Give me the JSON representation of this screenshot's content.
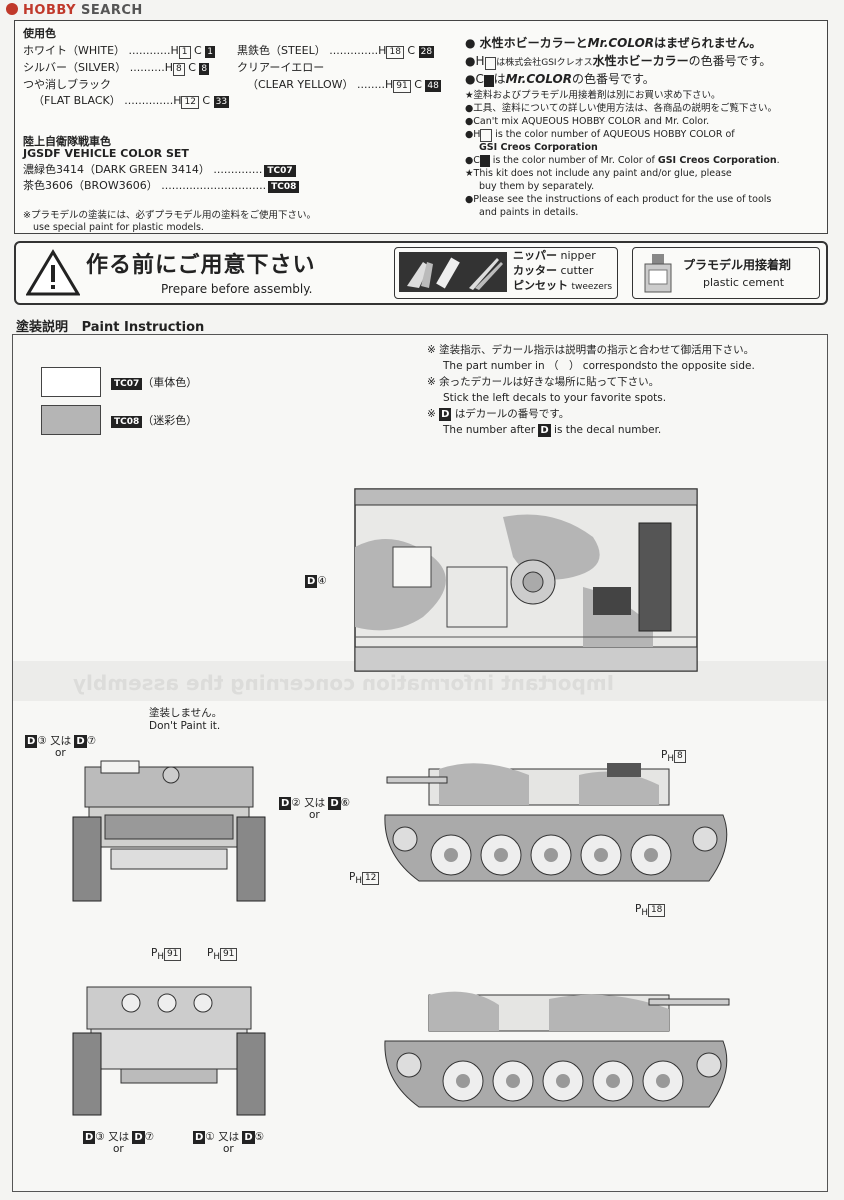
{
  "header": {
    "logo_hobby": "HOBBY",
    "logo_search": "SEARCH"
  },
  "colors_box": {
    "title": "使用色",
    "left": [
      {
        "name": "ホワイト（WHITE）",
        "h": "1",
        "c": "1"
      },
      {
        "name": "シルバー（SILVER）",
        "h": "8",
        "c": "8"
      },
      {
        "name": "つや消しブラック",
        "name2": "（FLAT BLACK）",
        "h": "12",
        "c": "33"
      }
    ],
    "right": [
      {
        "name": "黒鉄色（STEEL）",
        "h": "18",
        "c": "28"
      },
      {
        "name": "クリアーイエロー",
        "name2": "（CLEAR YELLOW）",
        "h": "91",
        "c": "48"
      }
    ],
    "jgsdf_title1": "陸上自衛隊戦車色",
    "jgsdf_title2": "JGSDF VEHICLE COLOR SET",
    "jgsdf": [
      {
        "name": "濃緑色3414（DARK GREEN 3414）",
        "code": "TC07"
      },
      {
        "name": "茶色3606（BROW3606）",
        "code": "TC08"
      }
    ],
    "note1": "※プラモデルの塗装には、必ずプラモデル用の塗料をご使用下さい。",
    "note2": "use special paint for plastic models.",
    "right_notes": {
      "l1a": "水性ホビーカラーと",
      "l1b": "Mr.COLOR",
      "l1c": "はまぜられません。",
      "l2a": "は株式会社GSIクレオス",
      "l2b": "水性ホビーカラー",
      "l2c": "の色番号です。",
      "l3a": "は",
      "l3b": "Mr.COLOR",
      "l3c": "の色番号です。",
      "s1": "★塗料およびプラモデル用接着剤は別にお買い求め下さい。",
      "s2": "●工具、塗料についての詳しい使用方法は、各商品の説明をご覧下さい。",
      "s3": "●Can't mix AQUEOUS HOBBY COLOR and Mr. Color.",
      "s4a": "is the color number of AQUEOUS HOBBY COLOR of",
      "s4b": "GSI Creos Corporation",
      "s5a": "is the color number of Mr. Color of",
      "s5b": "GSI Creos Corporation",
      "s6": "★This kit does not include any paint and/or glue, please",
      "s7": "buy them by separately.",
      "s8": "●Please see the instructions of each product for the use of tools",
      "s9": "and paints in details."
    }
  },
  "prep": {
    "title_jp": "作る前にご用意下さい",
    "title_en": "Prepare before assembly.",
    "tools": [
      {
        "jp": "ニッパー",
        "en": "nipper"
      },
      {
        "jp": "カッター",
        "en": "cutter"
      },
      {
        "jp": "ピンセット",
        "en": "tweezers"
      }
    ],
    "cement_jp": "プラモデル用接着剤",
    "cement_en": "plastic cement"
  },
  "paint": {
    "title_jp": "塗装説明",
    "title_en": "Paint Instruction",
    "legend": [
      {
        "code": "TC07",
        "label": "（車体色）",
        "color": "#ffffff"
      },
      {
        "code": "TC08",
        "label": "（迷彩色）",
        "color": "#b5b5b5"
      }
    ],
    "notes": {
      "n1": "※ 塗装指示、デカール指示は説明書の指示と合わせて御活用下さい。",
      "n2": "The part number in （　） correspondsto the opposite side.",
      "n3": "※ 余ったデカールは好きな場所に貼って下さい。",
      "n4": "Stick the left decals to your favorite spots.",
      "n5a": "※",
      "n5b": "はデカールの番号です。",
      "n6a": "The number after",
      "n6b": "is the decal number."
    },
    "d_letter": "D",
    "p_letter": "P",
    "h_letter": "H",
    "refs": {
      "top_view": "④",
      "dont_jp": "塗装しません。",
      "dont_en": "Don't Paint it.",
      "front_left_a": "③",
      "mata": "又は",
      "or": "or",
      "front_left_b": "⑦",
      "front_right_a": "②",
      "front_right_b": "⑥",
      "side_h8": "8",
      "side_h12": "12",
      "side_h18": "18",
      "rear_h91a": "91",
      "rear_h91b": "91",
      "rear_left_a": "③",
      "rear_left_b": "⑦",
      "rear_right_a": "①",
      "rear_right_b": "⑤"
    },
    "bg_text": "Important information concerning the assembly"
  }
}
